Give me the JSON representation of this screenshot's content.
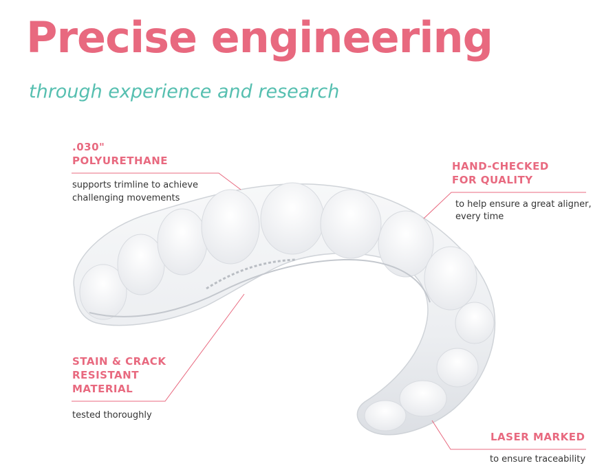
{
  "header": {
    "title": "Precise engineering",
    "subtitle": "through experience and research"
  },
  "colors": {
    "accent": "#e8697f",
    "secondary": "#56bfb0",
    "text": "#333333"
  },
  "callouts": {
    "polyurethane": {
      "title_line1": ".030\"",
      "title_line2": "POLYURETHANE",
      "desc_line1": "supports trimline to achieve",
      "desc_line2": "challenging movements"
    },
    "hand_checked": {
      "title_line1": "HAND-CHECKED",
      "title_line2": "FOR QUALITY",
      "desc_line1": "to help ensure a great aligner,",
      "desc_line2": "every time"
    },
    "stain_crack": {
      "title_line1": "STAIN & CRACK",
      "title_line2": "RESISTANT",
      "title_line3": "MATERIAL",
      "desc_line1": "tested thoroughly"
    },
    "laser_marked": {
      "title_line1": "LASER MARKED",
      "desc_line1": "to ensure traceability"
    }
  }
}
